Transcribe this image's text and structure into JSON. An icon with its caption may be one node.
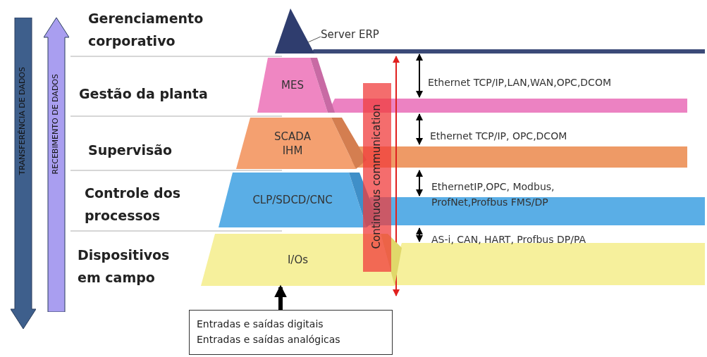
{
  "diagram": {
    "nodes": [
      {
        "text": [
          "TRANSFERÊNCIA DE DADOS"
        ]
      },
      {
        "text": [
          "RECEBIMENTO DE DADOS"
        ]
      },
      {
        "text": [],
        "shape": "triangle"
      },
      {
        "text": [
          "Server ERP"
        ]
      },
      {
        "text": [
          "MES"
        ]
      },
      {
        "text": [
          "SCADA IHM"
        ]
      },
      {
        "text": [
          "CLP/SDCD/CNC"
        ]
      },
      {
        "text": [
          "I/Os"
        ]
      },
      {
        "text": [
          "Continuous communication"
        ]
      },
      {
        "text": [
          "Entradas e saídas digitais",
          "Entradas e saídas analógicas"
        ]
      }
    ],
    "edges": [
      {
        "from": 3,
        "to": 2,
        "arrow": "none"
      },
      {
        "from": 9,
        "to": 7,
        "arrow": "to",
        "style": "thick"
      }
    ],
    "labels": [
      "Gerenciamento corporativo",
      "Gestão da planta",
      "Supervisão",
      "Controle dos processos",
      "Dispositivos em campo",
      "Ethernet TCP/IP,LAN,WAN,OPC,DCOM",
      "Ethernet TCP/IP, OPC,DCOM",
      "EthernetIP,OPC, Modbus, ProfNet,Profbus FMS/DP",
      "AS-i, CAN, HART, Profbus DP/PA"
    ]
  }
}
